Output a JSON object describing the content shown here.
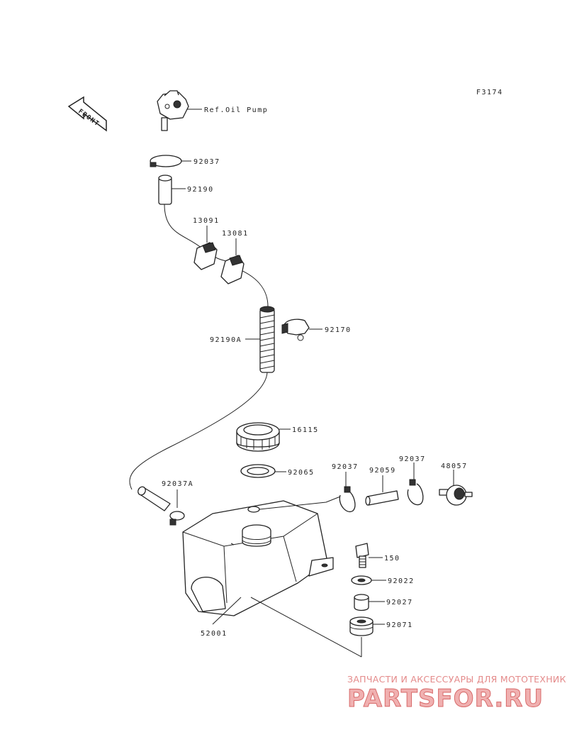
{
  "diagram": {
    "code": "F3174",
    "front_label": "FRONT",
    "ref_oil_pump": "Ref.Oil Pump",
    "parts": {
      "p92037_top": "92037",
      "p92190": "92190",
      "p13091": "13091",
      "p13081": "13081",
      "p92170": "92170",
      "p92190A": "92190A",
      "p16115": "16115",
      "p92065": "92065",
      "p92037A": "92037A",
      "p92037_mid1": "92037",
      "p92059": "92059",
      "p92037_mid2": "92037",
      "p48057": "48057",
      "p150": "150",
      "p92022": "92022",
      "p92027": "92027",
      "p92071": "92071",
      "p52001": "52001"
    }
  },
  "watermark": {
    "line1": "ЗАПЧАСТИ И АКСЕССУАРЫ ДЛЯ МОТОТЕХНИКИ",
    "line2": "PARTSFOR.RU"
  }
}
